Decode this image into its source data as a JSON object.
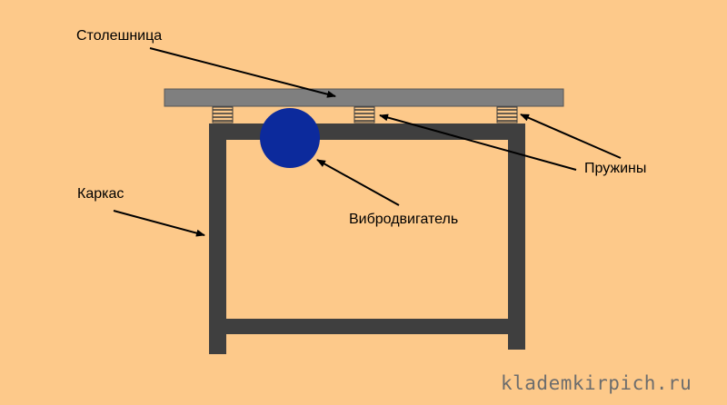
{
  "labels": {
    "tabletop": "Столешница",
    "springs": "Пружины",
    "frame": "Каркас",
    "motor": "Вибродвигатель"
  },
  "watermark": "klademkirpich.ru",
  "colors": {
    "background": "#fdc98a",
    "tabletop": "#7f7f7f",
    "frame": "#3f3f3f",
    "motor": "#0c2a9c",
    "spring": "#3a3a3a"
  }
}
